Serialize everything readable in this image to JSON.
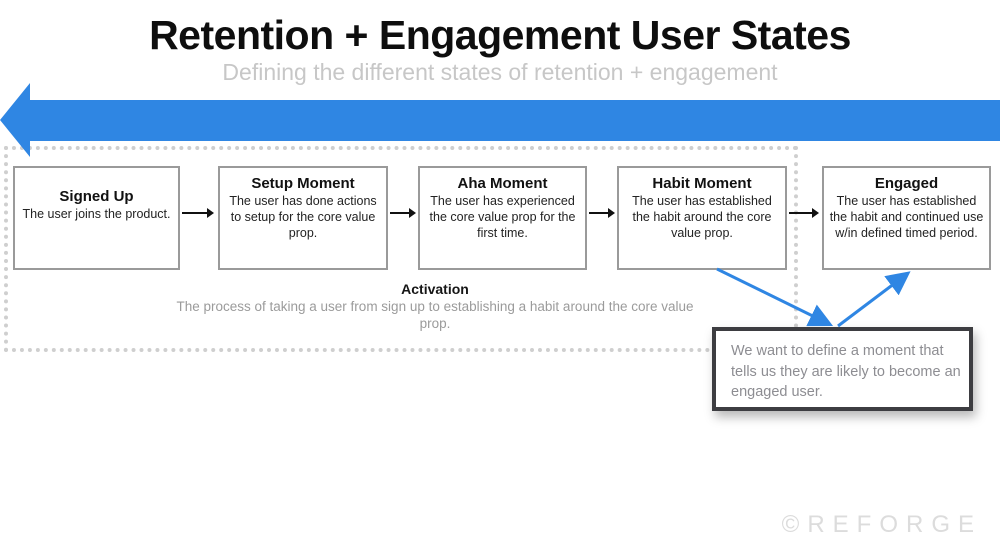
{
  "header": {
    "title": "Retention + Engagement User States",
    "subtitle": "Defining the different states of retention + engagement"
  },
  "stages": [
    {
      "title": "Signed Up",
      "description": "The user joins the product."
    },
    {
      "title": "Setup Moment",
      "description": "The user has done actions to setup for the core value prop."
    },
    {
      "title": "Aha Moment",
      "description": "The user has experienced the core value prop for the first time."
    },
    {
      "title": "Habit Moment",
      "description": "The user has established the habit around the core value prop."
    },
    {
      "title": "Engaged",
      "description": "The user has established the habit and continued use w/in defined timed period."
    }
  ],
  "activation": {
    "title": "Activation",
    "description": "The process of taking a user from sign up to establishing a habit around the core value prop."
  },
  "callout": {
    "text": "We want to define a moment that tells us they are likely to become an engaged user."
  },
  "watermark": {
    "text": "©REFORGE"
  },
  "colors": {
    "arrow-blue": "#2F86E3",
    "box-border": "#9a9a9a",
    "dash-gray": "#cfcfcf",
    "callout-border": "#3d3d41",
    "connector-black": "#111111",
    "text-muted": "#9b9b9b",
    "subtitle-gray": "#c7c7c7",
    "watermark-gray": "#dcdcdc"
  }
}
